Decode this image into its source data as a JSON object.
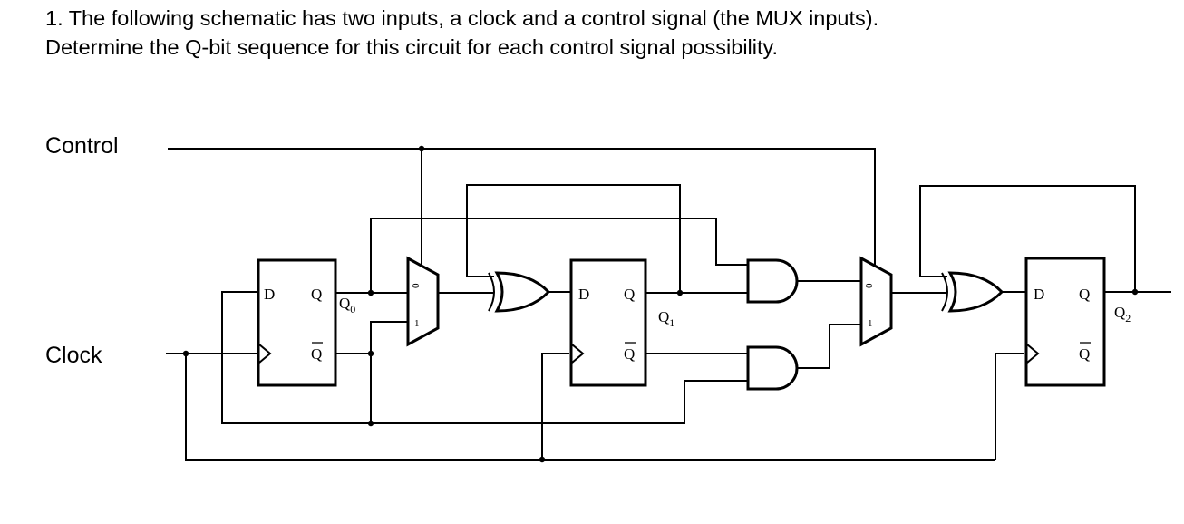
{
  "question": {
    "line1": "1. The following schematic has two inputs, a clock and a control signal (the MUX inputs).",
    "line2": "Determine the Q-bit sequence for this circuit for each control signal possibility."
  },
  "inputs": {
    "control": "Control",
    "clock": "Clock"
  },
  "flip_flops": [
    {
      "d": "D",
      "q": "Q",
      "qbar": "Q",
      "output": "Q",
      "sub": "0"
    },
    {
      "d": "D",
      "q": "Q",
      "qbar": "Q",
      "output": "Q",
      "sub": "1"
    },
    {
      "d": "D",
      "q": "Q",
      "qbar": "Q",
      "output": "Q",
      "sub": "2"
    }
  ],
  "muxes": [
    {
      "in0": "0",
      "in1": "1"
    },
    {
      "in0": "0",
      "in1": "1"
    }
  ]
}
